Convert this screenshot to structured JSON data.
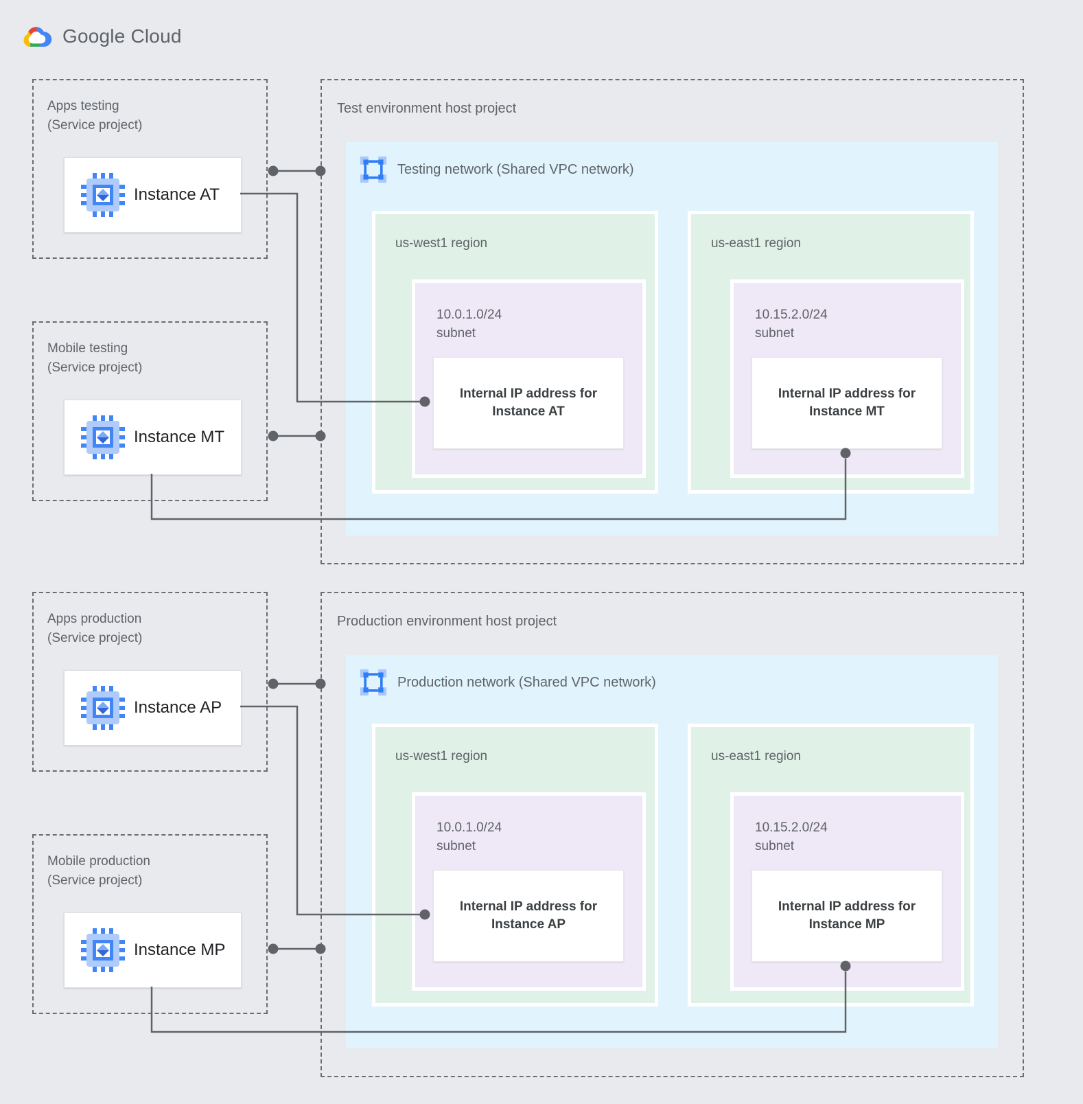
{
  "logo": {
    "icon": "google-cloud-logo",
    "text": "Google Cloud"
  },
  "colors": {
    "page_bg": "#E8EAED",
    "network_bg": "#E1F4FD",
    "region_bg": "#E0F1E7",
    "subnet_bg": "#EFE8F7",
    "card_bg": "#FFFFFF",
    "dashed_border": "#696C70",
    "connector": "#5F6368",
    "label_text": "#5F6368",
    "instance_text": "#202124",
    "ip_text": "#3C4043",
    "google_blue": "#4285F4",
    "google_red": "#EA4335",
    "google_yellow": "#FBBC05",
    "google_green": "#34A853"
  },
  "service_projects": [
    {
      "title": "Apps testing",
      "subtitle": "(Service project)",
      "instance_label": "Instance AT",
      "icon": "compute-engine-icon"
    },
    {
      "title": "Mobile testing",
      "subtitle": "(Service project)",
      "instance_label": "Instance MT",
      "icon": "compute-engine-icon"
    },
    {
      "title": "Apps production",
      "subtitle": "(Service project)",
      "instance_label": "Instance AP",
      "icon": "compute-engine-icon"
    },
    {
      "title": "Mobile production",
      "subtitle": "(Service project)",
      "instance_label": "Instance MP",
      "icon": "compute-engine-icon"
    }
  ],
  "host_projects": [
    {
      "title": "Test environment host project",
      "network_label": "Testing network (Shared VPC network)",
      "network_icon": "vpc-network-icon",
      "regions": [
        {
          "label": "us-west1 region",
          "subnet_cidr": "10.0.1.0/24",
          "subnet_word": "subnet",
          "ip_line1": "Internal IP address for",
          "ip_line2": "Instance AT"
        },
        {
          "label": "us-east1 region",
          "subnet_cidr": "10.15.2.0/24",
          "subnet_word": "subnet",
          "ip_line1": "Internal IP address for",
          "ip_line2": "Instance MT"
        }
      ]
    },
    {
      "title": "Production environment host project",
      "network_label": "Production network (Shared VPC network)",
      "network_icon": "vpc-network-icon",
      "regions": [
        {
          "label": "us-west1 region",
          "subnet_cidr": "10.0.1.0/24",
          "subnet_word": "subnet",
          "ip_line1": "Internal IP address for",
          "ip_line2": "Instance AP"
        },
        {
          "label": "us-east1 region",
          "subnet_cidr": "10.15.2.0/24",
          "subnet_word": "subnet",
          "ip_line1": "Internal IP address for",
          "ip_line2": "Instance MP"
        }
      ]
    }
  ]
}
